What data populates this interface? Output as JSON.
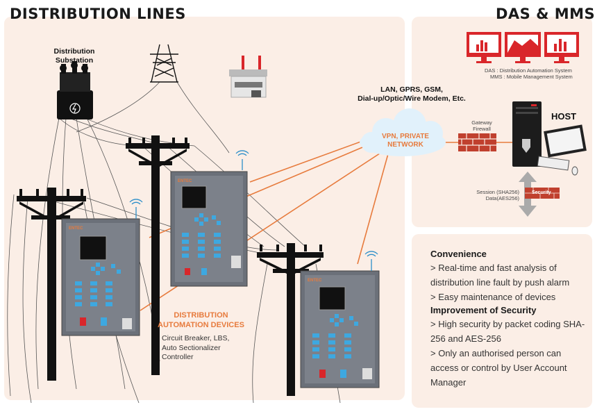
{
  "left_panel": {
    "title": "DISTRIBUTION LINES",
    "substation_label": "Distribution\nSubstation",
    "network_label": "LAN, GPRS, GSM,\nDial-up/Optic/Wire Modem, Etc.",
    "vpn_label": "VPN, PRIVATE\nNETWORK",
    "devices_title": "DISTRIBUTION\nAUTOMATION DEVICES",
    "devices_desc": "Circuit Breaker, LBS,\nAuto Sectionalizer\nController",
    "device_brand": "ENTEC"
  },
  "right_panel": {
    "title": "DAS & MMS",
    "legend_das": "DAS : Distribution Automation System",
    "legend_mms": "MMS : Mobile Management System",
    "gateway_label": "Gateway\nFirewall",
    "host_label": "HOST",
    "session_label": "Session (SHA256)\nData(AES256)",
    "security_label": "Security"
  },
  "features": {
    "convenience_title": "Convenience",
    "convenience_items": [
      "> Real-time and fast analysis of distribution line fault by push alarm",
      "> Easy maintenance of devices"
    ],
    "security_title": "Improvement of Security",
    "security_items": [
      "> High security by packet coding SHA-256 and AES-256",
      "> Only an authorised person can access or control by User Account Manager"
    ]
  },
  "colors": {
    "panel_bg": "#fbeee6",
    "accent_orange": "#e77b3d",
    "monitor_red": "#d9262a",
    "brick_red": "#c0402e"
  }
}
